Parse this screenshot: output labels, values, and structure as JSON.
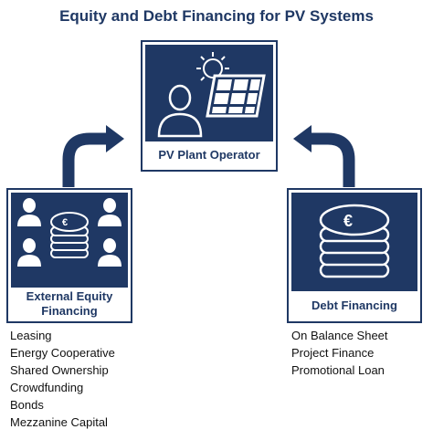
{
  "title": "Equity and Debt Financing for PV Systems",
  "operator": {
    "label": "PV Plant Operator"
  },
  "equity": {
    "label_line1": "External Equity",
    "label_line2": "Financing",
    "coin_symbol": "€",
    "items": [
      "Leasing",
      "Energy Cooperative",
      "Shared Ownership",
      "Crowdfunding",
      "Bonds",
      "Mezzanine Capital"
    ]
  },
  "debt": {
    "label": "Debt Financing",
    "coin_symbol": "€",
    "items": [
      "On Balance Sheet",
      "Project Finance",
      "Promotional Loan"
    ]
  },
  "colors": {
    "navy": "#1f3864",
    "white": "#ffffff",
    "text": "#111111"
  },
  "icons": [
    "person-icon",
    "solar-panel-icon",
    "sun-icon",
    "euro-coin-stack-icon",
    "investor-person-icon",
    "curved-arrow-icon"
  ]
}
